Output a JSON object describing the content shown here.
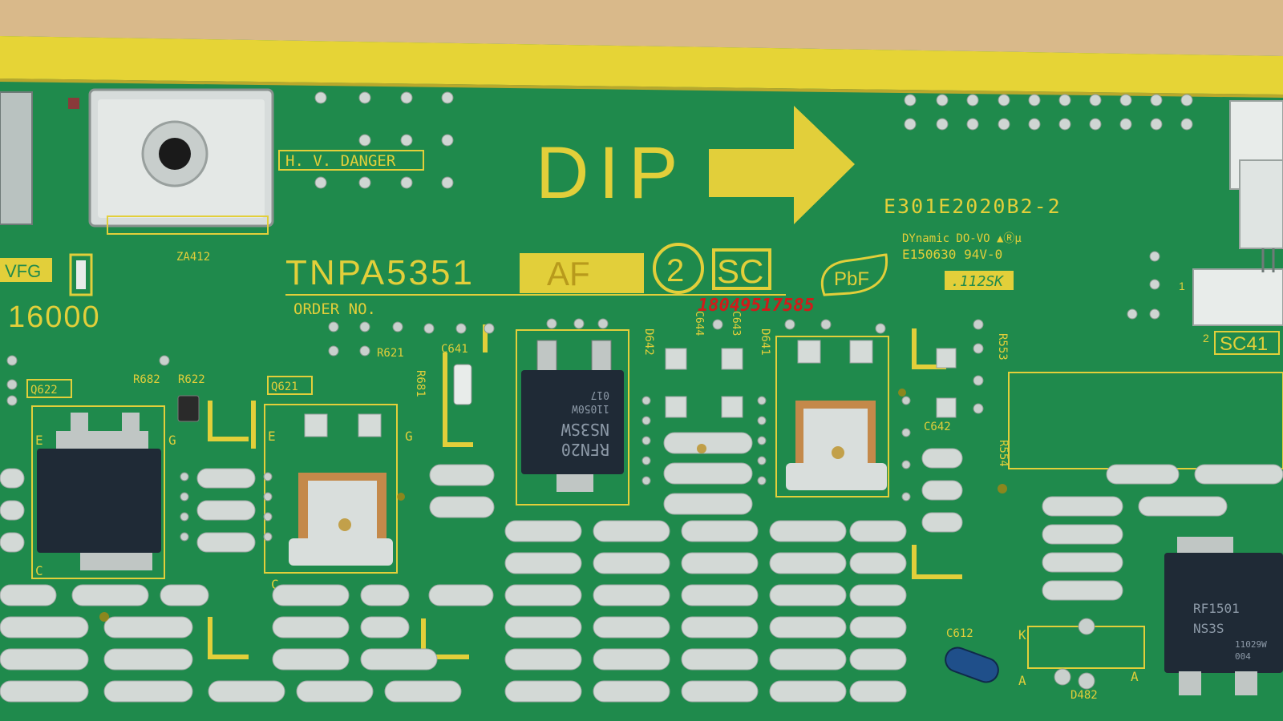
{
  "board": {
    "colors": {
      "pcb": "#1f8a4c",
      "silkscreen": "#e2cf3a",
      "solder": "#cfd6d3",
      "copper": "#c4894a",
      "ic_body": "#1f2a36",
      "watermark": "#d11a1a"
    },
    "silkscreen": {
      "hv_danger": "H. V. DANGER",
      "dip": "DIP",
      "board_code": "E301E2020B2-2",
      "dynamic": "DYnamic DO-VO ▲Ⓡμ",
      "rating": "E150630 94V-0",
      "lot": ".112SK",
      "za412": "ZA412",
      "model": "TNPA5351",
      "suffix": "AF",
      "circled_num": "2",
      "sc": "SC",
      "pbf": "PbF",
      "vfg": "VFG",
      "number": "16000",
      "order_no": "ORDER NO.",
      "sc41": "SC41",
      "pin1": "1",
      "pin2": "2"
    },
    "watermark": "18049517585",
    "refs": {
      "r621": "R621",
      "r681": "R681",
      "c641": "C641",
      "d642": "D642",
      "c644": "C644",
      "c643": "C643",
      "d641": "D641",
      "r553": "R553",
      "r554": "R554",
      "c642": "C642",
      "q622": "Q622",
      "r682": "R682",
      "r622": "R622",
      "q621": "Q621",
      "c612": "C612",
      "d482": "D482",
      "k": "K",
      "a": "A",
      "e": "E",
      "g": "G",
      "c": "C"
    },
    "chips": {
      "center": [
        "RFN20",
        "NS3SW",
        "11050W",
        "017"
      ],
      "right": [
        "RF1501",
        "NS3S",
        "11029W",
        "004"
      ]
    }
  }
}
